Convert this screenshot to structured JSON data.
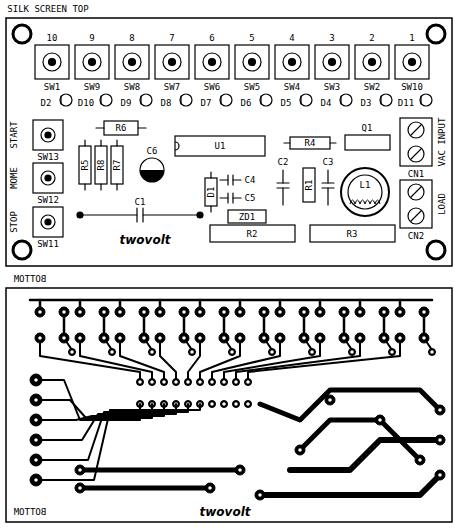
{
  "diagram": {
    "labels": [
      "SILK SCREEN TOP",
      "10",
      "9",
      "8",
      "7",
      "6",
      "5",
      "4",
      "3",
      "2",
      "1",
      "SW1",
      "SW9",
      "SW8",
      "SW7",
      "SW6",
      "SW5",
      "SW4",
      "SW3",
      "SW2",
      "SW10",
      "D2",
      "D10",
      "D9",
      "D8",
      "D7",
      "D6",
      "D5",
      "D4",
      "D3",
      "D11",
      "R6",
      "START",
      "SW13",
      "R5",
      "R8",
      "R7",
      "C6",
      "U1",
      "Q1",
      "R4",
      "MOME",
      "SW12",
      "STOP",
      "SW11",
      "C1",
      "D1",
      "C4",
      "C5",
      "ZD1",
      "C2",
      "R1",
      "C3",
      "L1",
      "CN1",
      "VAC INPUT",
      "LOAD",
      "CN2",
      "R2",
      "R3",
      "twovolt",
      "BOTTOM",
      "BOTTOM",
      "twovolt"
    ]
  }
}
